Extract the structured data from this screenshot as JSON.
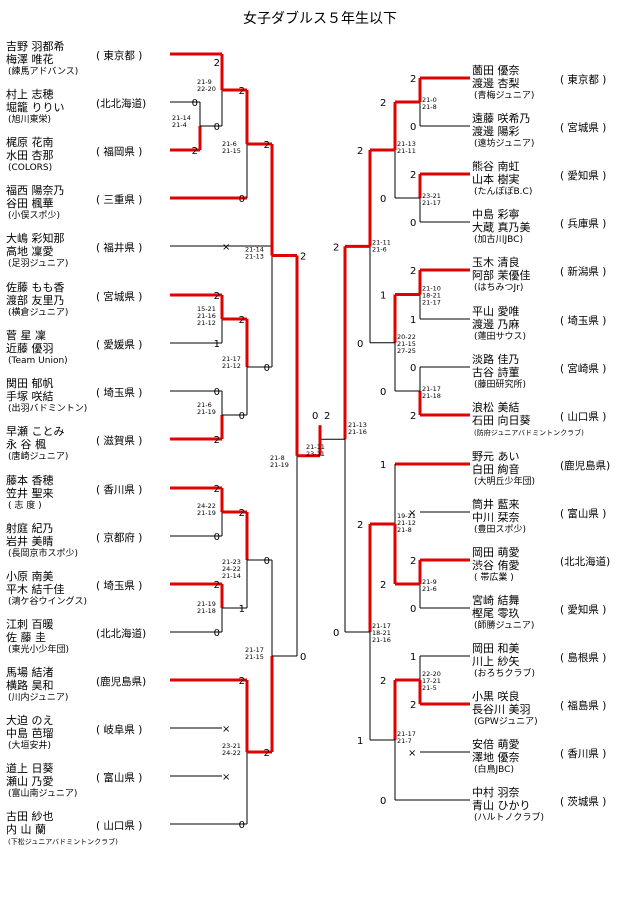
{
  "title": "女子ダブルス５年生以下",
  "left_entries": [
    {
      "p1": "吉野 羽都希",
      "p2": "梅澤 唯花",
      "club": "(練馬アドバンス)",
      "pref": "( 東京都 )"
    },
    {
      "p1": "村上 志穂",
      "p2": "堀籠 りりい",
      "club": "(旭川東栄)",
      "pref": "(北北海道)"
    },
    {
      "p1": "梶原 花南",
      "p2": "水田 杏那",
      "club": "(COLORS)",
      "pref": "( 福岡県 )"
    },
    {
      "p1": "福西 陽奈乃",
      "p2": "谷田 楓華",
      "club": "(小俣スポ少)",
      "pref": "( 三重県 )"
    },
    {
      "p1": "大嶋 彩知那",
      "p2": "高地 凜愛",
      "club": "(足羽ジュニア)",
      "pref": "( 福井県 )"
    },
    {
      "p1": "佐藤 もも香",
      "p2": "渡部 友里乃",
      "club": "(横倉ジュニア)",
      "pref": "( 宮城県 )"
    },
    {
      "p1": "菅 星 凜",
      "p2": "近藤 優羽",
      "club": "(Team Union)",
      "pref": "( 愛媛県 )"
    },
    {
      "p1": "関田 郁帆",
      "p2": "手塚 咲結",
      "club": "(出羽バドミントン)",
      "pref": "( 埼玉県 )"
    },
    {
      "p1": "早瀬 ことみ",
      "p2": "永 谷 楓",
      "club": "(唐崎ジュニア)",
      "pref": "( 滋賀県 )"
    },
    {
      "p1": "藤本 香穂",
      "p2": "笠井 聖来",
      "club": "( 志 度 )",
      "pref": "( 香川県 )"
    },
    {
      "p1": "射庭 紀乃",
      "p2": "岩井 美睛",
      "club": "(長岡京市スポ少)",
      "pref": "( 京都府 )"
    },
    {
      "p1": "小原 南美",
      "p2": "平木 結千佳",
      "club": "(鴻ケ谷ウイングス)",
      "pref": "( 埼玉県 )"
    },
    {
      "p1": "江刺 百暖",
      "p2": "佐 藤 圭",
      "club": "(東光小少年団)",
      "pref": "(北北海道)"
    },
    {
      "p1": "馬場 結渚",
      "p2": "横路 昊和",
      "club": "(川内ジュニア)",
      "pref": "(鹿児島県)"
    },
    {
      "p1": "大迫 のえ",
      "p2": "中島 芭瑠",
      "club": "(大垣安井)",
      "pref": "( 岐阜県 )"
    },
    {
      "p1": "道上 日葵",
      "p2": "瀬山 乃愛",
      "club": "(富山南ジュニア)",
      "pref": "( 富山県 )"
    },
    {
      "p1": "古田 紗也",
      "p2": "内 山 蘭",
      "club": "(下松ジュニアバドミントンクラブ)",
      "pref": "( 山口県 )"
    }
  ],
  "right_entries": [
    {
      "p1": "薗田 優奈",
      "p2": "渡邊 杏梨",
      "club": "(青梅ジュニア)",
      "pref": "( 東京都 )"
    },
    {
      "p1": "遠藤 咲希乃",
      "p2": "渡邊 陽彩",
      "club": "(遠坊ジュニア)",
      "pref": "( 宮城県 )"
    },
    {
      "p1": "熊谷 南虹",
      "p2": "山本 樹実",
      "club": "(たんぽぽB.C)",
      "pref": "( 愛知県 )"
    },
    {
      "p1": "中島 彩寧",
      "p2": "大蔵 真乃美",
      "club": "(加古川JBC)",
      "pref": "( 兵庫県 )"
    },
    {
      "p1": "玉木 清良",
      "p2": "阿部 茉優佳",
      "club": "(はちみつJr)",
      "pref": "( 新潟県 )"
    },
    {
      "p1": "平山 愛唯",
      "p2": "渡邊 乃麻",
      "club": "(蓮田サウス)",
      "pref": "( 埼玉県 )"
    },
    {
      "p1": "淡路 佳乃",
      "p2": "古谷 詩菫",
      "club": "(藤田研究所)",
      "pref": "( 宮崎県 )"
    },
    {
      "p1": "浪松 美結",
      "p2": "石田 向日葵",
      "club": "(防府ジュニアバドミントンクラブ)",
      "pref": "( 山口県 )"
    },
    {
      "p1": "野元 あい",
      "p2": "白田 絢音",
      "club": "(大明丘少年団)",
      "pref": "(鹿児島県)"
    },
    {
      "p1": "筒井 藍来",
      "p2": "中川 栞奈",
      "club": "(豊田スポ少)",
      "pref": "( 富山県 )"
    },
    {
      "p1": "岡田 萌愛",
      "p2": "渋谷 侑愛",
      "club": "( 帯広業 )",
      "pref": "(北北海道)"
    },
    {
      "p1": "宮崎 結舞",
      "p2": "樫尾 零玖",
      "club": "(師勝ジュニア)",
      "pref": "( 愛知県 )"
    },
    {
      "p1": "岡田 和美",
      "p2": "川上 紗矢",
      "club": "(おろちクラブ)",
      "pref": "( 島根県 )"
    },
    {
      "p1": "小黒 咲良",
      "p2": "長谷川 美羽",
      "club": "(GPWジュニア)",
      "pref": "( 福島県 )"
    },
    {
      "p1": "安倍 萌愛",
      "p2": "澤地 優奈",
      "club": "(白鳥JBC)",
      "pref": "( 香川県 )"
    },
    {
      "p1": "中村 羽奈",
      "p2": "青山 ひかり",
      "club": "(ハルトノクラブ)",
      "pref": "( 茨城県 )"
    }
  ],
  "scores": {
    "L_a": "21-9\n22-20",
    "L_b": "21-14\n21-4",
    "L_c": "21-6\n21-15",
    "L_d": "21-14\n21-13",
    "L_e": "15-21\n21-16\n21-12",
    "L_f": "21-17\n21-12",
    "L_g": "21-6\n21-19",
    "L_h": "21-8\n21-19",
    "L_i": "24-22\n21-19",
    "L_j": "21-23\n24-22\n21-14",
    "L_k": "21-19\n21-18",
    "L_l": "21-17\n21-15",
    "L_m": "23-21\n24-22",
    "F": "21-11\n23-21",
    "R_top": "21-13\n21-16",
    "R_a": "21-0\n21-8",
    "R_b": "21-13\n21-11",
    "R_c": "23-21\n21-17",
    "R_d": "21-11\n21-6",
    "R_e": "21-10\n18-21\n21-17",
    "R_f": "20-22\n21-15\n27-25",
    "R_g": "21-17\n21-18",
    "R_h": "19-21\n21-12\n21-8",
    "R_i": "21-9\n21-6",
    "R_j": "21-17\n18-21\n21-16",
    "R_k": "22-20\n17-21\n21-5",
    "R_l": "21-17\n21-7"
  }
}
